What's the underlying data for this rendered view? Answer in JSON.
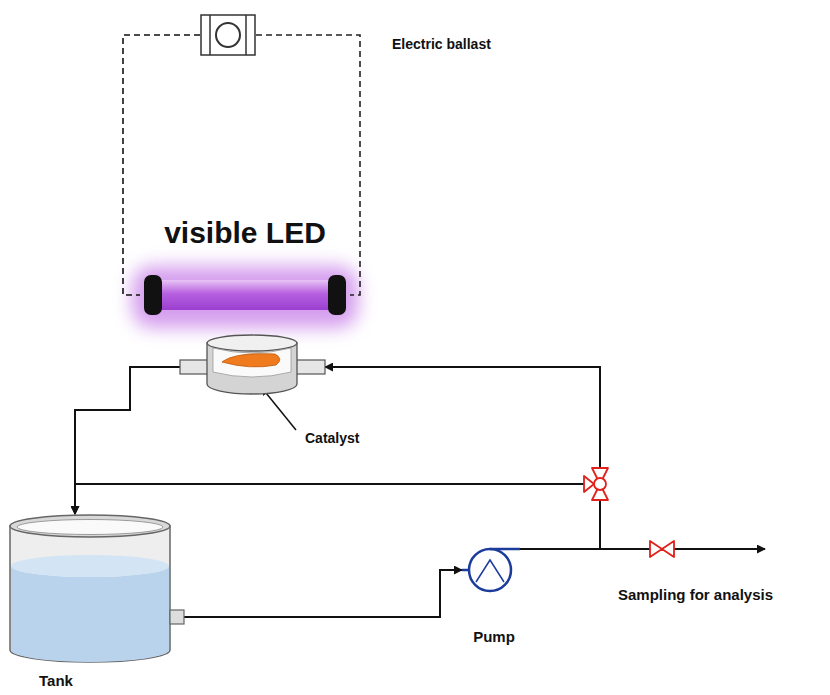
{
  "diagram": {
    "nodes": [
      {
        "text": [
          "Electric ballast"
        ]
      },
      {
        "text": [
          "visible LED"
        ]
      },
      {
        "text": [
          "Catalyst"
        ]
      },
      {
        "text": [
          "Tank"
        ]
      },
      {
        "text": [
          "Pump"
        ]
      }
    ],
    "edges": [
      {
        "from": 3,
        "to": 4,
        "arrow": "to"
      },
      {
        "from": 4,
        "to": 2,
        "arrow": "to"
      },
      {
        "from": 2,
        "to": 3,
        "arrow": "to"
      },
      {
        "from": 4,
        "to": 3,
        "arrow": "to"
      },
      {
        "from": 0,
        "to": 1,
        "arrow": "none"
      }
    ],
    "labels": [
      "Sampling for analysis"
    ]
  }
}
